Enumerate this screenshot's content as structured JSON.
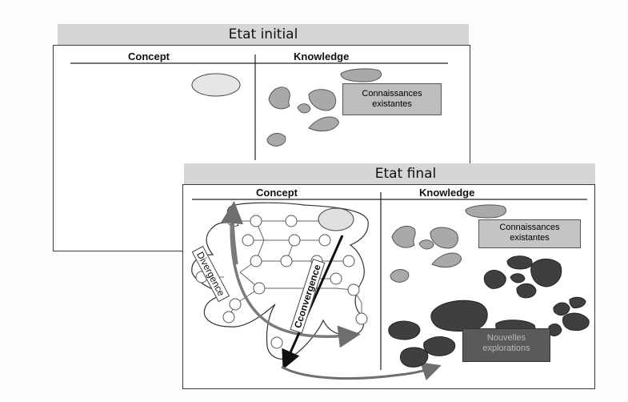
{
  "initial": {
    "title": "Etat initial",
    "concept_label": "Concept",
    "knowledge_label": "Knowledge",
    "note_line1": "Connaissances",
    "note_line2": "existantes"
  },
  "final": {
    "title": "Etat final",
    "concept_label": "Concept",
    "knowledge_label": "Knowledge",
    "note_line1": "Connaissances",
    "note_line2": "existantes",
    "new_line1": "Nouvelles",
    "new_line2": "explorations",
    "divergence_label": "Divergence",
    "convergence_label": "Cconvergence"
  },
  "colors": {
    "banner": "#d6d6d6",
    "blob_light": "#a9a9a9",
    "blob_dark": "#3f3f3f",
    "arrow": "#6e6e6e"
  }
}
